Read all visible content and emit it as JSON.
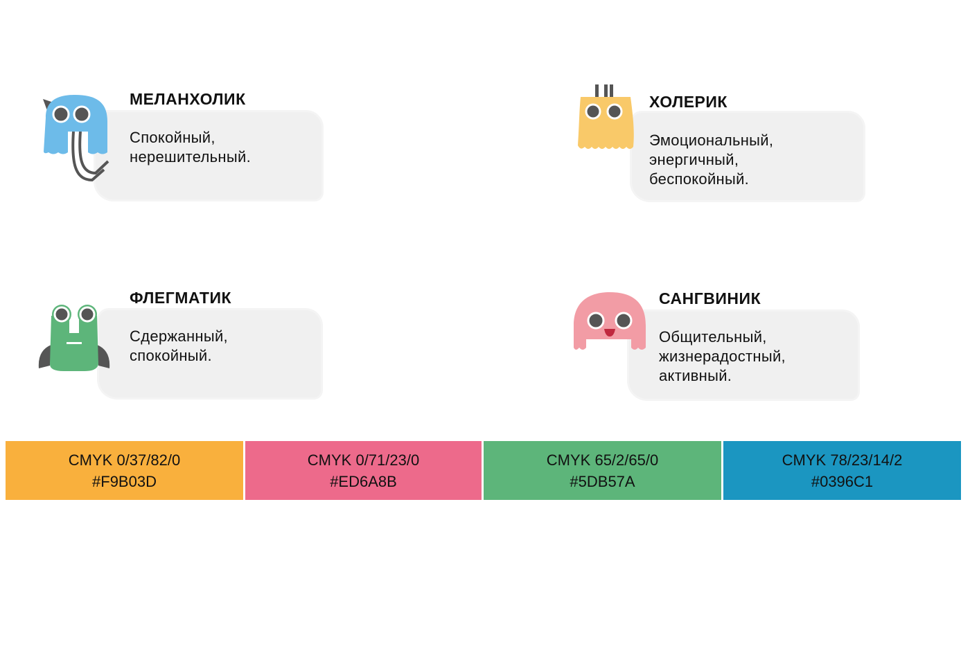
{
  "types": [
    {
      "title": "МЕЛАНХОЛИК",
      "lines": [
        "Спокойный,",
        "нерешительный."
      ],
      "color": "#6dbbe9"
    },
    {
      "title": "ХОЛЕРИК",
      "lines": [
        "Эмоциональный,",
        "энергичный,",
        "беспокойный."
      ],
      "color": "#f9c969"
    },
    {
      "title": "ФЛЕГМАТИК",
      "lines": [
        "Сдержанный,",
        "спокойный."
      ],
      "color": "#5db57a"
    },
    {
      "title": "САНГВИНИК",
      "lines": [
        "Общительный,",
        "жизнерадостный,",
        "активный."
      ],
      "color": "#f29ca5"
    }
  ],
  "swatches": [
    {
      "cmyk": "CMYK 0/37/82/0",
      "hex": "#F9B03D",
      "color": "#F9B03D"
    },
    {
      "cmyk": "CMYK 0/71/23/0",
      "hex": "#ED6A8B",
      "color": "#ED6A8B"
    },
    {
      "cmyk": "CMYK 65/2/65/0",
      "hex": "#5DB57A",
      "color": "#5DB57A"
    },
    {
      "cmyk": "CMYK 78/23/14/2",
      "hex": "#0396C1",
      "color": "#1b96c1"
    }
  ]
}
